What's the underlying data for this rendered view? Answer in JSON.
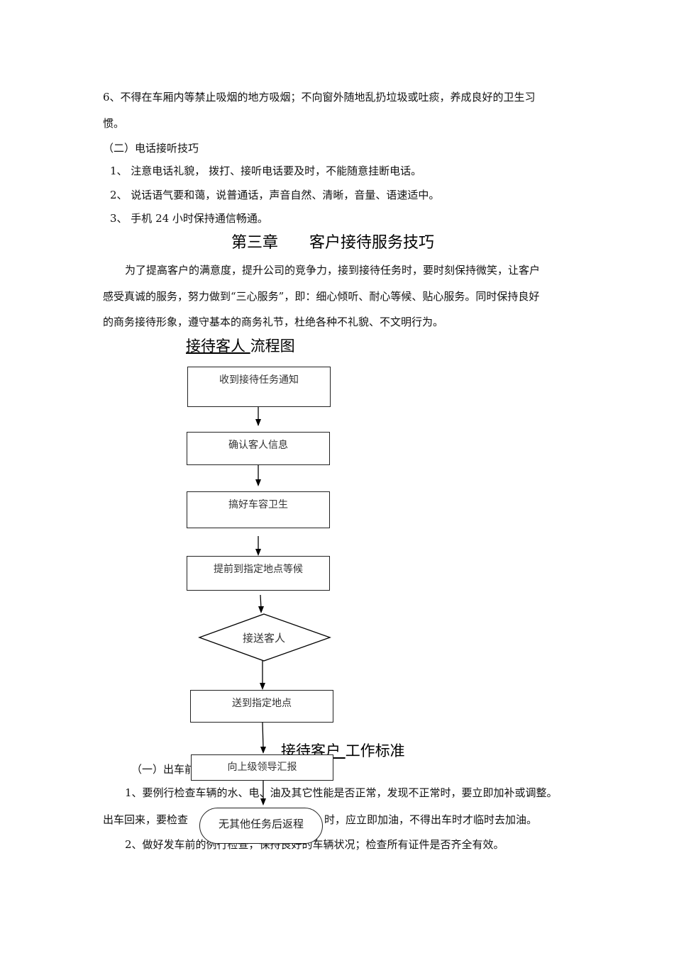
{
  "section_top": {
    "rule6_line1": "6、不得在车厢内等禁止吸烟的地方吸烟；不向窗外随地乱扔垃圾或吐痰，养成良好的卫生习",
    "rule6_line2": "惯。",
    "phone_heading": "（二）电话接听技巧",
    "phone_items": [
      "1、 注意电话礼貌， 拨打、接听电话要及时，不能随意挂断电话。",
      "2、 说话语气要和蔼，说普通话，声音自然、清晰，音量、语速适中。",
      "3、 手机 24 小时保持通信畅通。"
    ]
  },
  "chapter": {
    "title": "第三章　　客户接待服务技巧",
    "intro_lines": [
      "为了提高客户的满意度，提升公司的竞争力，接到接待任务时，要时刻保持微笑，让客户",
      "感受真诚的服务，努力做到“三心服务”，即：细心倾听、耐心等候、贴心服务。同时保持良好",
      "的商务接待形象，遵守基本的商务礼节，杜绝各种不礼貌、不文明行为。"
    ]
  },
  "flowchart": {
    "title_underlined": "接待客人 ",
    "title_rest": "流程图",
    "steps": [
      "收到接待任务通知",
      "确认客人信息",
      "搞好车容卫生",
      "提前到指定地点等候",
      "接送客人",
      "送到指定地点",
      "向上级领导汇报",
      "无其他任务后返程"
    ]
  },
  "work_standard": {
    "title_underlined": "接待客户 ",
    "title_rest": "工作标准",
    "subheading_visible": "（一）出车前",
    "item1_line1": "1、要例行检查车辆的水、电、油及其它性能是否正常，发现不正常时，要立即加补或调整。",
    "item1_line2_left": "出车回来，要检查",
    "item1_line2_right": "时，应立即加油，不得出车时才临时去加油。",
    "item2_left": "2、做好发车前的例行检查，保持良好的车辆状况；检查所有证件是否齐全有效。"
  }
}
